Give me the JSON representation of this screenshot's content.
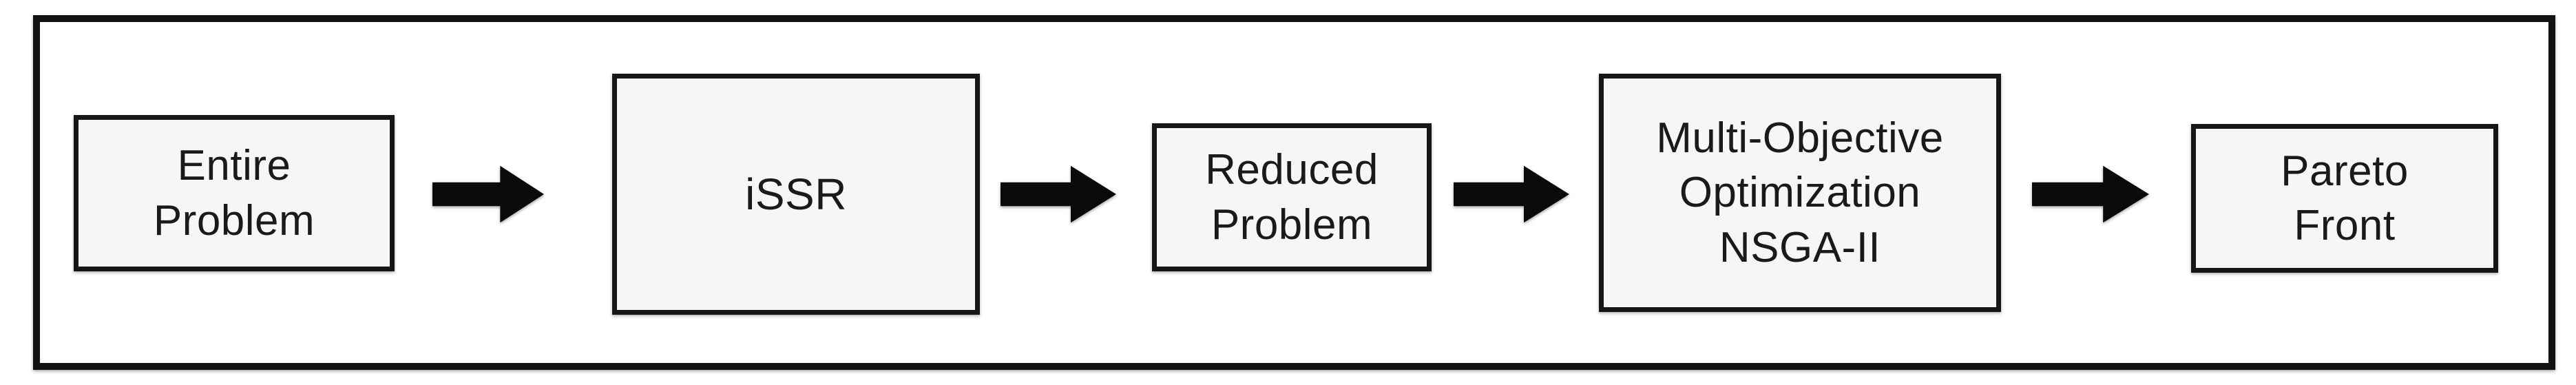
{
  "diagram": {
    "title": "iSSR multi-objective optimization flowchart",
    "colors": {
      "page-bg": "#ffffff",
      "frame-border": "#131313",
      "box-fill": "#f6f6f6",
      "box-border": "#161616",
      "arrow-color": "#0a0a0a",
      "text-color": "#1a1a1a"
    },
    "boxes": [
      {
        "id": "entire-problem",
        "label": "Entire\nProblem"
      },
      {
        "id": "issr",
        "label": "iSSR"
      },
      {
        "id": "reduced-problem",
        "label": "Reduced\nProblem"
      },
      {
        "id": "multi-objective-optimization-nsga-ii",
        "label": "Multi-Objective\nOptimization\nNSGA-II"
      },
      {
        "id": "pareto-front",
        "label": "Pareto\nFront"
      }
    ],
    "arrows": [
      {
        "icon": "arrow-right-icon"
      },
      {
        "icon": "arrow-right-icon"
      },
      {
        "icon": "arrow-right-icon"
      },
      {
        "icon": "arrow-right-icon"
      }
    ]
  }
}
